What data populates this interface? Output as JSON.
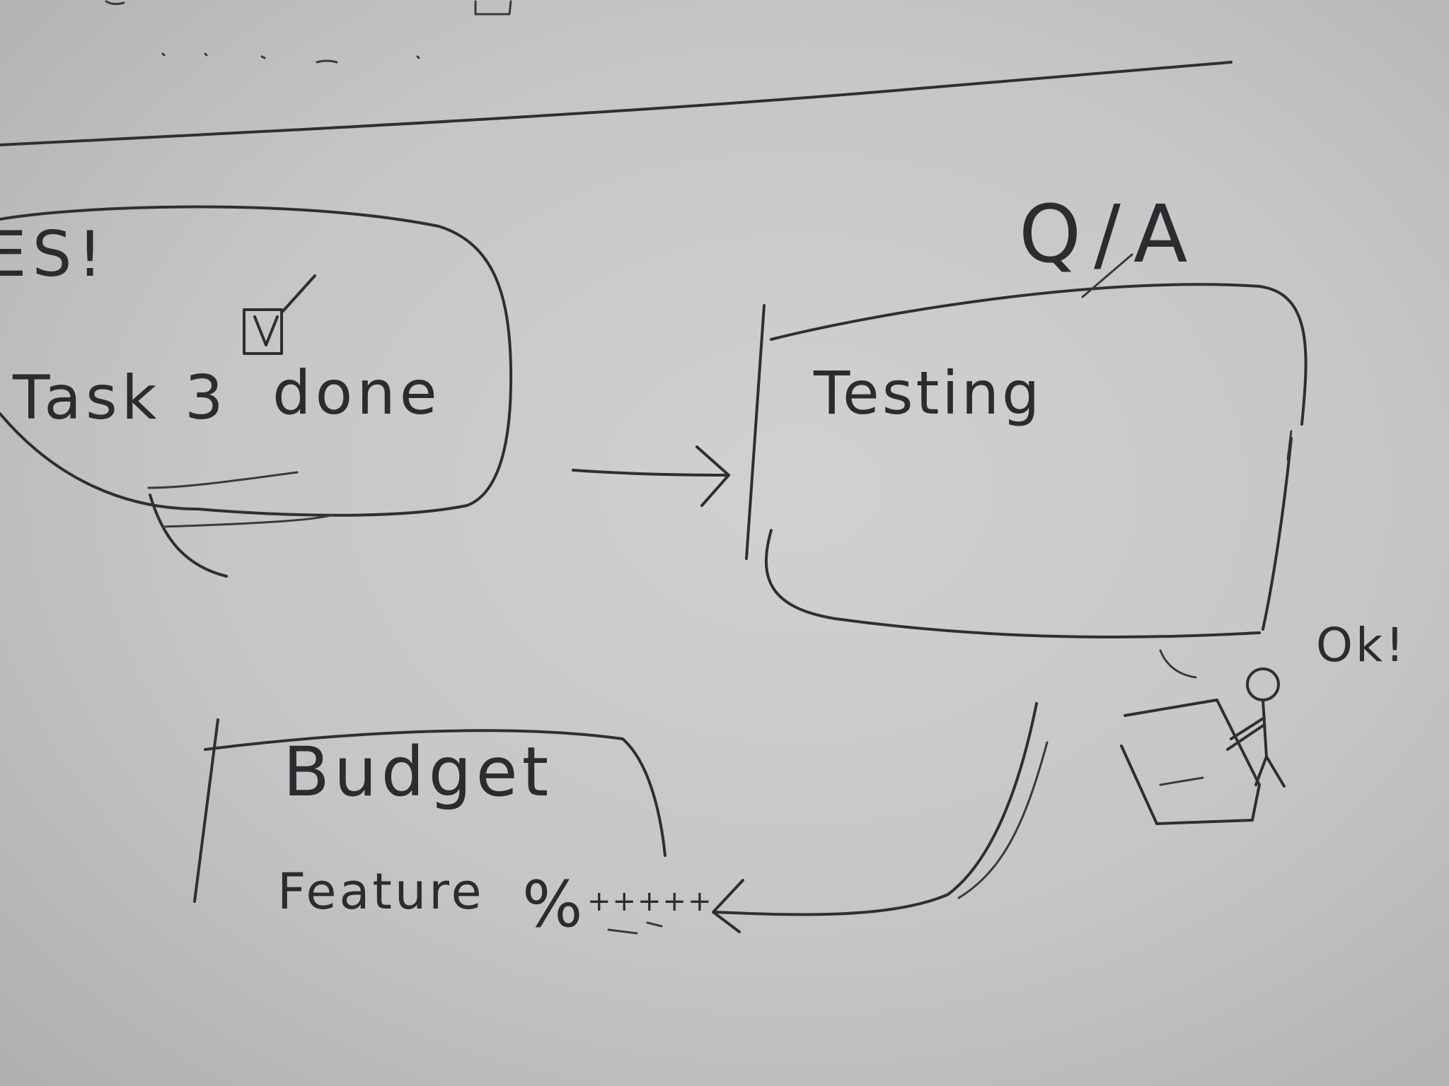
{
  "bubble_left": {
    "exclaim": "ES!",
    "task": "Task 3",
    "done": "done"
  },
  "qa_box": {
    "heading": "Q/A",
    "label": "Testing"
  },
  "figure": {
    "exclaim": "Ok!"
  },
  "budget_box": {
    "heading": "Budget",
    "feature": "Feature",
    "percent": "%",
    "plus": "+++++"
  },
  "colors": {
    "paper": "#c8c7c8",
    "ink": "#2f2f33"
  }
}
